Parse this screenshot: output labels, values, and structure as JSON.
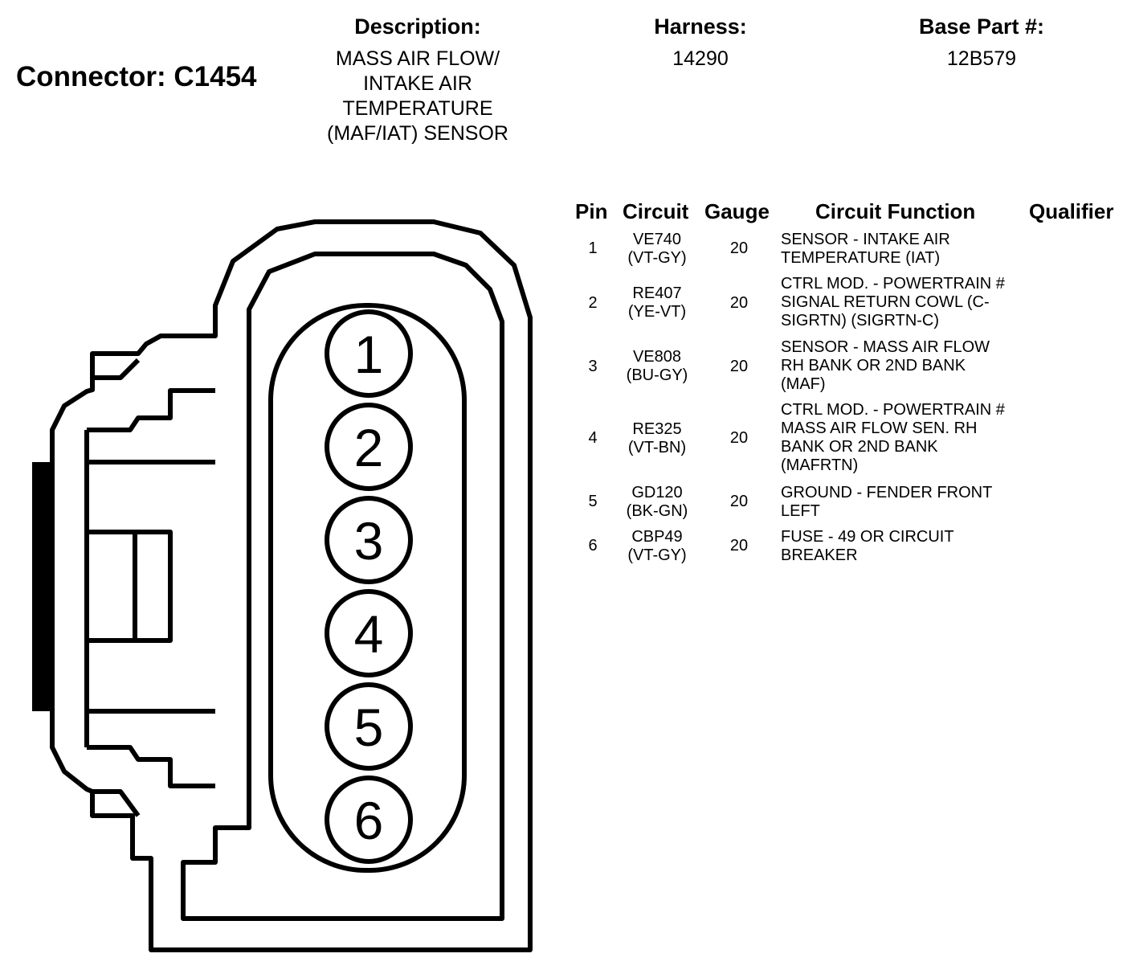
{
  "connector": {
    "title": "Connector: C1454"
  },
  "description": {
    "header": "Description:",
    "lines": [
      "MASS AIR FLOW/",
      "INTAKE AIR",
      "TEMPERATURE",
      "(MAF/IAT) SENSOR"
    ]
  },
  "harness": {
    "header": "Harness:",
    "value": "14290"
  },
  "base_part": {
    "header": "Base Part #:",
    "value": "12B579"
  },
  "table": {
    "headers": {
      "pin": "Pin",
      "circuit": "Circuit",
      "gauge": "Gauge",
      "function": "Circuit Function",
      "qualifier": "Qualifier"
    },
    "rows": [
      {
        "pin": "1",
        "circuit": [
          "VE740",
          "(VT-GY)"
        ],
        "gauge": "20",
        "function": [
          "SENSOR - INTAKE AIR",
          "TEMPERATURE (IAT)"
        ],
        "qualifier": ""
      },
      {
        "pin": "2",
        "circuit": [
          "RE407",
          "(YE-VT)"
        ],
        "gauge": "20",
        "function": [
          "CTRL MOD. - POWERTRAIN #",
          "SIGNAL RETURN COWL (C-",
          "SIGRTN) (SIGRTN-C)"
        ],
        "qualifier": ""
      },
      {
        "pin": "3",
        "circuit": [
          "VE808",
          "(BU-GY)"
        ],
        "gauge": "20",
        "function": [
          "SENSOR - MASS AIR FLOW",
          "RH BANK OR 2ND BANK",
          "(MAF)"
        ],
        "qualifier": ""
      },
      {
        "pin": "4",
        "circuit": [
          "RE325",
          "(VT-BN)"
        ],
        "gauge": "20",
        "function": [
          "CTRL MOD. - POWERTRAIN #",
          "MASS AIR FLOW SEN. RH",
          "BANK OR 2ND BANK",
          "(MAFRTN)"
        ],
        "qualifier": ""
      },
      {
        "pin": "5",
        "circuit": [
          "GD120",
          "(BK-GN)"
        ],
        "gauge": "20",
        "function": [
          "GROUND - FENDER FRONT",
          "LEFT"
        ],
        "qualifier": ""
      },
      {
        "pin": "6",
        "circuit": [
          "CBP49",
          "(VT-GY)"
        ],
        "gauge": "20",
        "function": [
          "FUSE - 49 OR CIRCUIT",
          "BREAKER"
        ],
        "qualifier": ""
      }
    ]
  },
  "diagram": {
    "pin_labels": [
      "1",
      "2",
      "3",
      "4",
      "5",
      "6"
    ],
    "stroke_color": "#000000",
    "fill_color": "#ffffff"
  }
}
